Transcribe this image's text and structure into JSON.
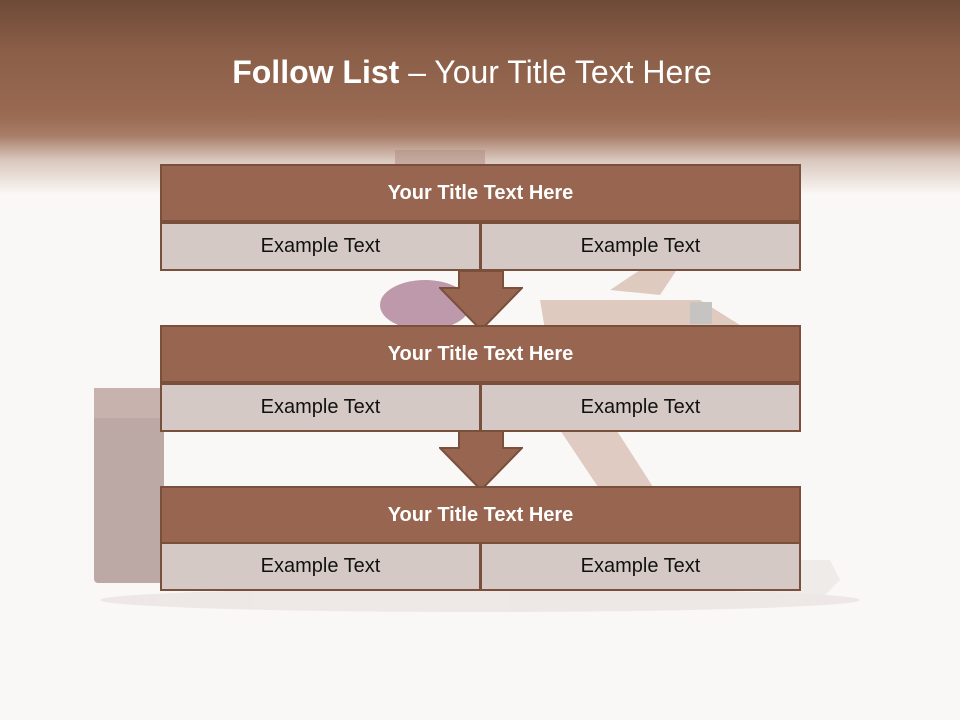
{
  "slide": {
    "title_bold": "Follow List",
    "title_rest": " – Your Title Text Here"
  },
  "steps": [
    {
      "title": "Your Title Text Here",
      "left": "Example Text",
      "right": "Example Text"
    },
    {
      "title": "Your Title Text Here",
      "left": "Example Text",
      "right": "Example Text"
    },
    {
      "title": "Your Title Text Here",
      "left": "Example Text",
      "right": "Example Text"
    }
  ],
  "colors": {
    "header_brown": "#976550",
    "border_brown": "#7a4f3b",
    "cell_fill": "#d4c9c5"
  }
}
